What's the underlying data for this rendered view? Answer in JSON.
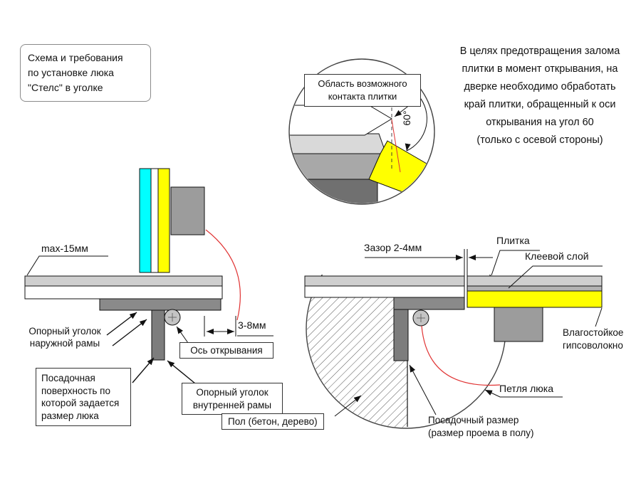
{
  "title_box": {
    "text": "Схема и требования\nпо установке люка\n\"Стелс\" в уголке"
  },
  "note_text": "В целях предотвращения залома\nплитки в момент открывания, на\nдверке необходимо обработать\nкрай плитки, обращенный к оси\nоткрывания на угол 60\n(только с осевой стороны)",
  "detail_view": {
    "contact_label": "Область возможного\nконтакта плитки",
    "angle_label": "60°"
  },
  "left_view": {
    "max_offset": "max-15мм",
    "outer_corner": "Опорный уголок\nнаружной рамы",
    "axis": "Ось открывания",
    "gap": "3-8мм",
    "seating_surface": "Посадочная\nповерхность по\nкоторой задается\nразмер люка",
    "inner_corner": "Опорный уголок\nвнутренней рамы"
  },
  "right_view": {
    "gap": "Зазор 2-4мм",
    "tile": "Плитка",
    "glue": "Клеевой слой",
    "gvl": "Влагостойкое\nгипсоволокно",
    "hinge": "Петля люка",
    "floor": "Пол (бетон, дерево)",
    "seating_size": "Посадочный размер\n(размер проема в полу)"
  },
  "colors": {
    "tile_yellow": "#ffff00",
    "door_cyan": "#00ffff",
    "swing_red": "#e03333",
    "gray_light": "#d9d9d9",
    "gray_mid": "#a8a8a8",
    "gray_dark": "#707070"
  }
}
